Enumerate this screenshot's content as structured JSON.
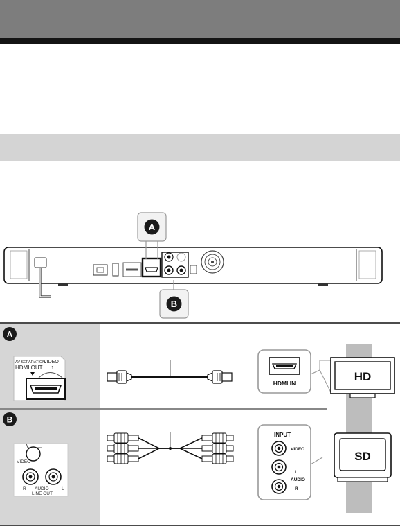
{
  "callouts": {
    "a": "A",
    "b": "B"
  },
  "jack_a": {
    "sep": "AV SEPARATION",
    "hdmi_out": "HDMI OUT",
    "video": "VIDEO",
    "video_num": "1"
  },
  "jack_b": {
    "video": "VIDEO",
    "r": "R",
    "audio": "AUDIO",
    "l": "L",
    "line_out": "LINE OUT"
  },
  "tv_panel_a": {
    "hdmi_in": "HDMI IN"
  },
  "tv_panel_b": {
    "input": "INPUT",
    "video": "VIDEO",
    "l": "L",
    "audio": "AUDIO",
    "r": "R"
  },
  "tv_hd": "HD",
  "tv_sd": "SD",
  "colors": {
    "header": "#7d7d7d",
    "header_rule": "#141414",
    "section": "#d4d4d4",
    "row_label": "#d6d6d6"
  }
}
